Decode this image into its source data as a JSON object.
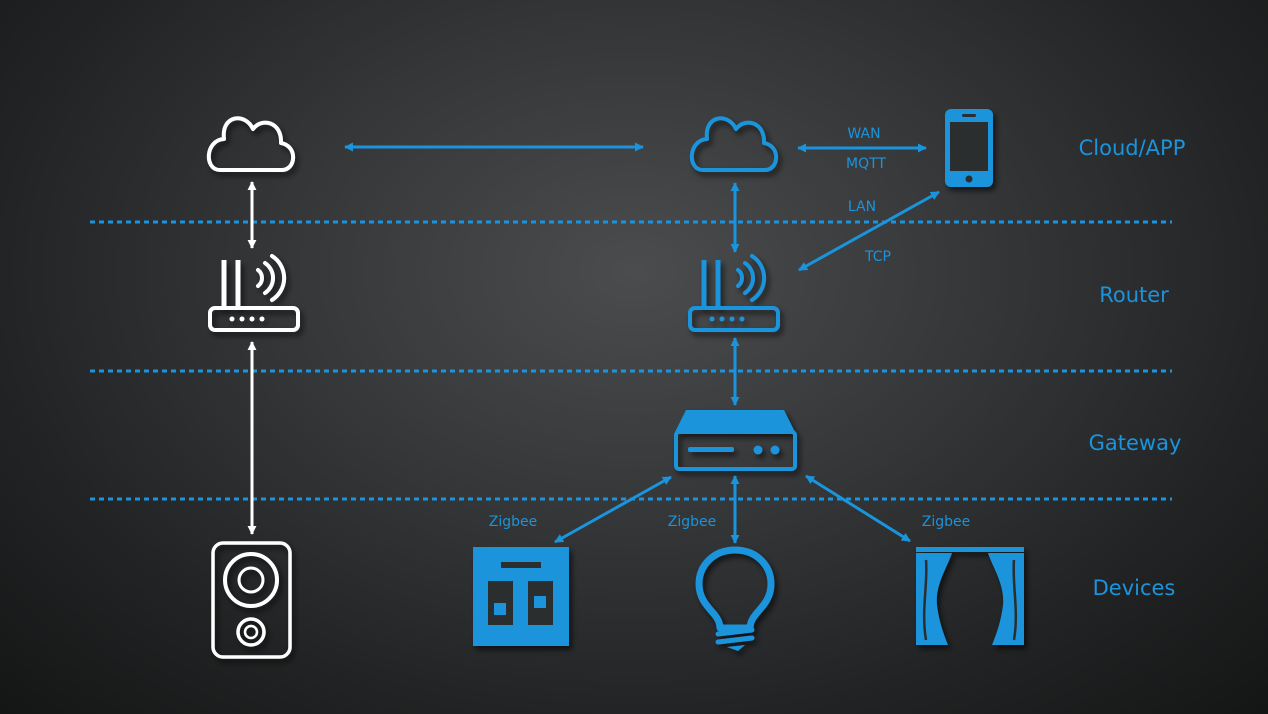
{
  "colors": {
    "accent": "#1a94dc",
    "foreground": "#ffffff",
    "background": "#2b2c2e"
  },
  "layers": {
    "cloud": "Cloud/APP",
    "router": "Router",
    "gateway": "Gateway",
    "devices": "Devices"
  },
  "protocols": {
    "wan": "WAN",
    "mqtt": "MQTT",
    "lan": "LAN",
    "tcp": "TCP",
    "zigbee_left": "Zigbee",
    "zigbee_center": "Zigbee",
    "zigbee_right": "Zigbee"
  },
  "icons": {
    "left_column": [
      "cloud-icon",
      "router-icon",
      "speaker-icon"
    ],
    "right_column": [
      "cloud-icon",
      "smartphone-icon",
      "router-icon",
      "gateway-icon",
      "wall-switch-icon",
      "light-bulb-icon",
      "curtain-icon"
    ]
  }
}
